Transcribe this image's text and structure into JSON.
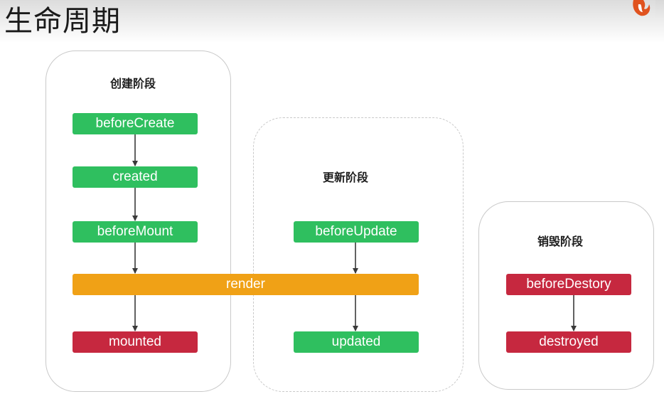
{
  "title": "生命周期",
  "logo_icon": "flame-logo-icon",
  "colors": {
    "hook_normal": "#2fbf5f",
    "hook_mount_destroy": "#c6283f",
    "render": "#f0a116"
  },
  "phases": {
    "create": {
      "label": "创建阶段",
      "hooks": [
        "beforeCreate",
        "created",
        "beforeMount",
        "mounted"
      ]
    },
    "update": {
      "label": "更新阶段",
      "hooks": [
        "beforeUpdate",
        "updated"
      ]
    },
    "destroy": {
      "label": "销毁阶段",
      "hooks": [
        "beforeDestory",
        "destroyed"
      ]
    }
  },
  "render_label": "render"
}
